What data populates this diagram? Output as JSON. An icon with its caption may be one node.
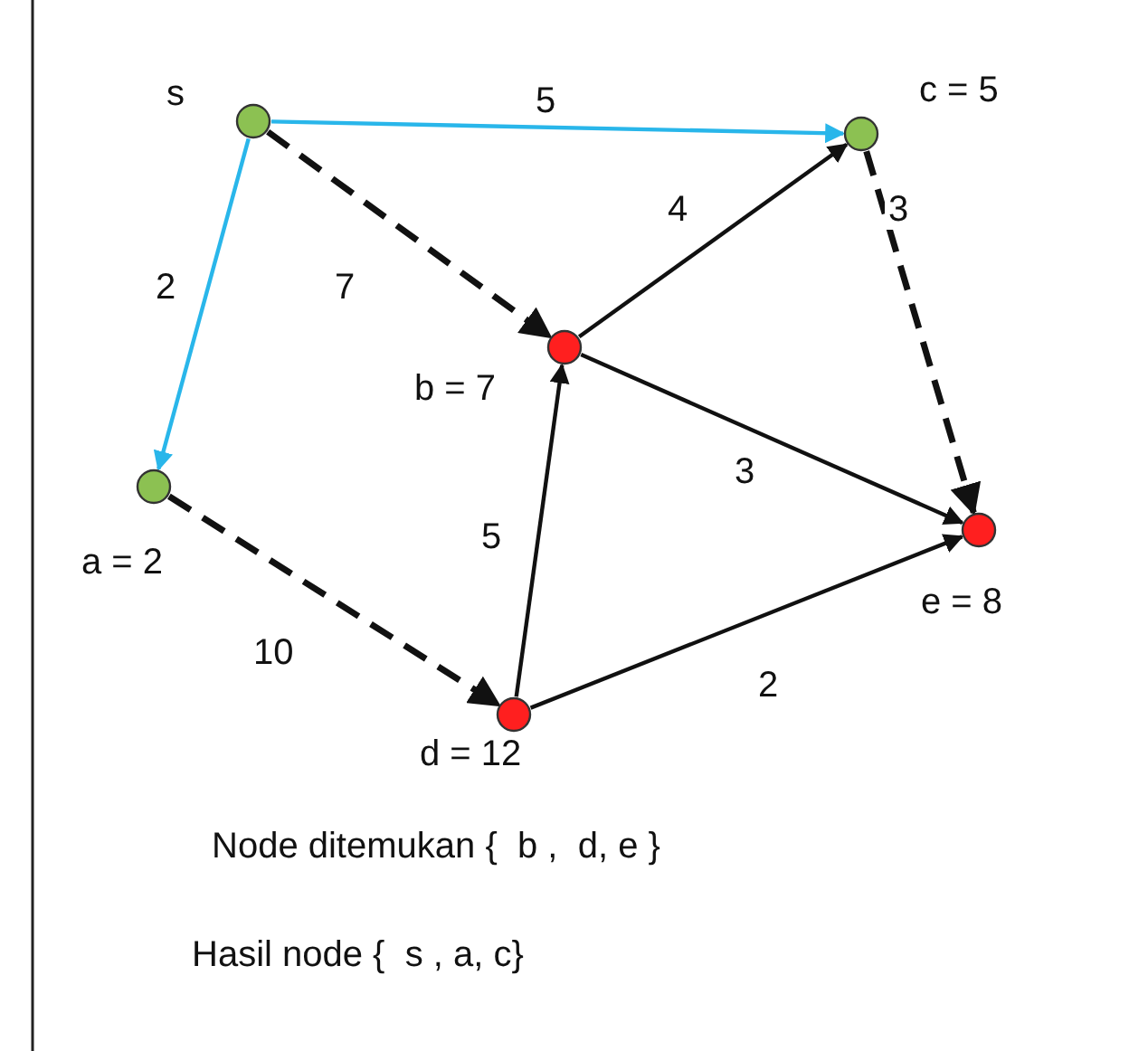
{
  "diagram": {
    "nodes": [
      {
        "text": [],
        "shape": "circle",
        "beside": [
          "s"
        ]
      },
      {
        "text": [],
        "shape": "circle",
        "beside": [
          "c = 5"
        ]
      },
      {
        "text": [],
        "shape": "circle",
        "beside": [
          "b = 7"
        ]
      },
      {
        "text": [],
        "shape": "circle",
        "beside": [
          "a = 2"
        ]
      },
      {
        "text": [],
        "shape": "circle",
        "beside": [
          "e = 8"
        ]
      },
      {
        "text": [],
        "shape": "circle",
        "beside": [
          "d = 12"
        ]
      }
    ],
    "edges": [
      {
        "from": 0,
        "to": 1,
        "arrow": "to",
        "label": "5",
        "color": "#29b6ea"
      },
      {
        "from": 0,
        "to": 3,
        "arrow": "to",
        "label": "2",
        "color": "#29b6ea"
      },
      {
        "from": 0,
        "to": 2,
        "arrow": "to",
        "label": "7",
        "style": "dashed"
      },
      {
        "from": 1,
        "to": 4,
        "arrow": "to",
        "label": "3",
        "style": "dashed"
      },
      {
        "from": 2,
        "to": 1,
        "arrow": "to",
        "label": "4"
      },
      {
        "from": 2,
        "to": 4,
        "arrow": "to",
        "label": "3"
      },
      {
        "from": 3,
        "to": 5,
        "arrow": "to",
        "label": "10",
        "style": "dashed"
      },
      {
        "from": 5,
        "to": 2,
        "arrow": "to",
        "label": "5"
      },
      {
        "from": 5,
        "to": 4,
        "arrow": "to",
        "label": "2"
      }
    ],
    "labels": [
      "Node ditemukan {  b ,  d, e }",
      "Hasil node {  s , a, c}"
    ]
  }
}
